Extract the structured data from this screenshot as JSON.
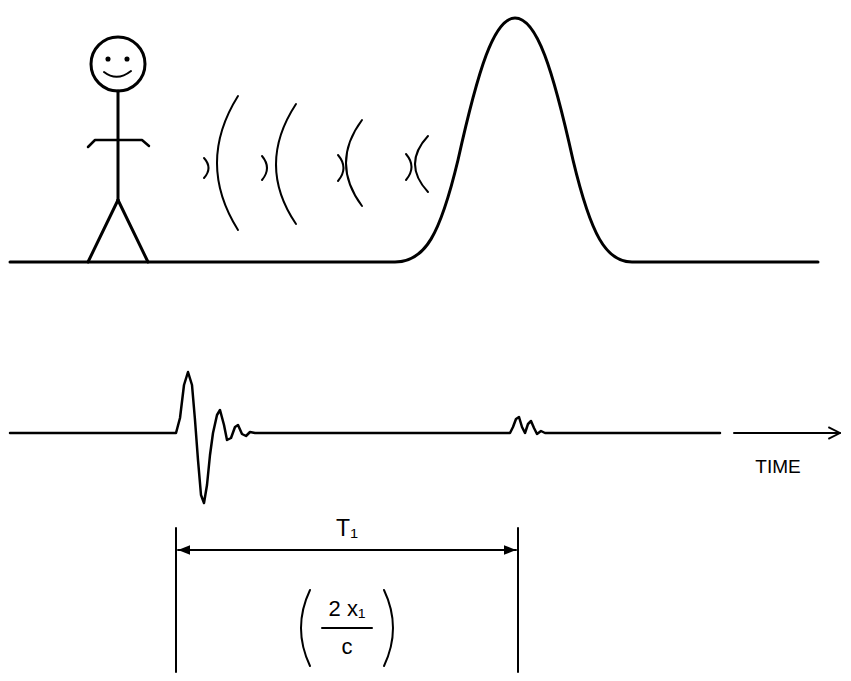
{
  "diagram": {
    "labels": [
      "TIME",
      "T₁",
      "2 x₁",
      "c"
    ]
  }
}
